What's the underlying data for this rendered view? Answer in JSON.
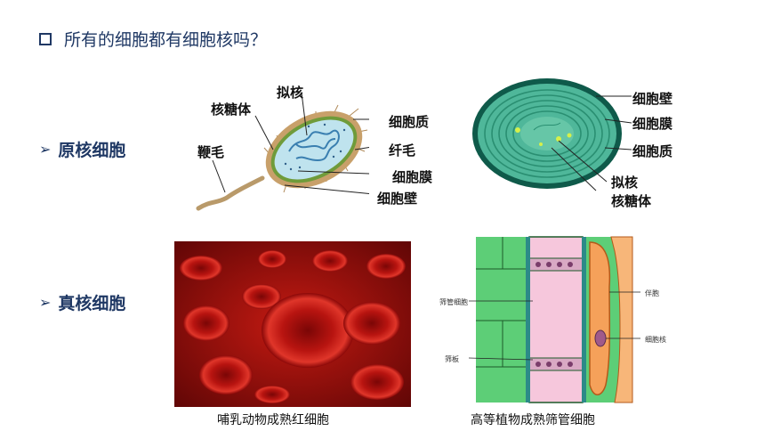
{
  "title": "所有的细胞都有细胞核吗？",
  "sections": {
    "prokaryote": "原核细胞",
    "eukaryote": "真核细胞"
  },
  "bacterium_labels": {
    "nucleoid": "拟核",
    "ribosome": "核糖体",
    "cytoplasm": "细胞质",
    "flagellum": "鞭毛",
    "pili": "纤毛",
    "membrane": "细胞膜",
    "wall": "细胞壁"
  },
  "cyano_labels": {
    "wall": "细胞壁",
    "membrane": "细胞膜",
    "cytoplasm": "细胞质",
    "nucleoid": "拟核",
    "ribosome": "核糖体"
  },
  "sieve_labels": {
    "sieve_tube": "筛管细胞",
    "companion": "伴胞",
    "nucleus": "细胞核",
    "sieve_plate": "筛板"
  },
  "captions": {
    "rbc": "哺乳动物成熟红细胞",
    "sieve": "高等植物成熟筛管细胞"
  },
  "colors": {
    "title": "#1f3864",
    "bacteria_wall": "#c8a06a",
    "bacteria_inner": "#bfe3ee",
    "cyano": "#2f9e7a",
    "rbc": "#b01010",
    "sieve_green": "#5dce77",
    "sieve_pink": "#f6c7dc",
    "companion": "#f5a15a"
  }
}
